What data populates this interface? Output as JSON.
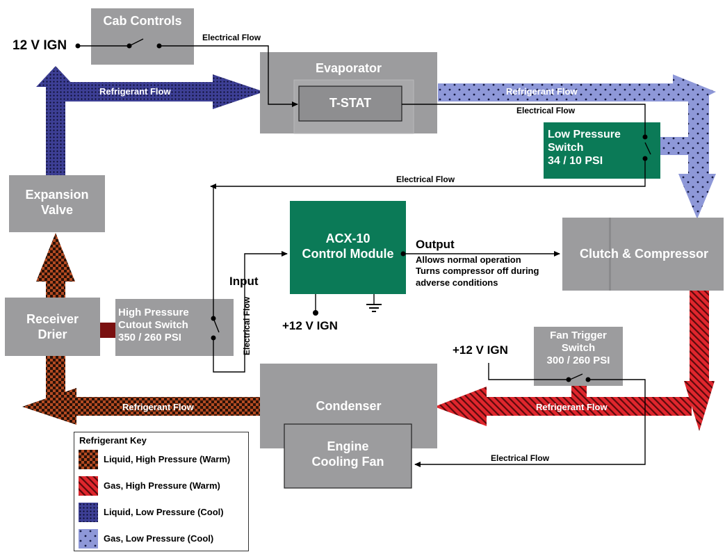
{
  "ignition_label": "12 V IGN",
  "components": {
    "cab_controls": "Cab Controls",
    "evaporator": "Evaporator",
    "tstat": "T-STAT",
    "low_pressure_switch": [
      "Low Pressure",
      "Switch",
      "34 / 10 PSI"
    ],
    "expansion_valve": [
      "Expansion",
      "Valve"
    ],
    "acx10": [
      "ACX-10",
      "Control Module"
    ],
    "clutch_compressor": "Clutch & Compressor",
    "receiver_drier": [
      "Receiver",
      "Drier"
    ],
    "high_pressure_switch": [
      "High Pressure",
      "Cutout Switch",
      "350 / 260 PSI"
    ],
    "fan_trigger_switch": [
      "Fan Trigger",
      "Switch",
      "300 / 260 PSI"
    ],
    "condenser": "Condenser",
    "engine_cooling_fan": [
      "Engine",
      "Cooling Fan"
    ]
  },
  "labels": {
    "electrical_flow": "Electrical Flow",
    "refrigerant_flow": "Refrigerant Flow",
    "input": "Input",
    "output": "Output",
    "output_desc": [
      "Allows normal operation",
      "Turns compressor off during",
      "adverse conditions"
    ],
    "plus12_ign": "+12 V IGN"
  },
  "key": {
    "title": "Refrigerant Key",
    "items": [
      {
        "label": "Liquid, High Pressure (Warm)",
        "pattern": "checker"
      },
      {
        "label": "Gas, High Pressure (Warm)",
        "pattern": "stripes"
      },
      {
        "label": "Liquid, Low Pressure (Cool)",
        "pattern": "dense-dots"
      },
      {
        "label": "Gas, Low Pressure (Cool)",
        "pattern": "sparse-dots"
      }
    ]
  },
  "colors": {
    "box_gray": "#9c9c9e",
    "module_green": "#0b7a57",
    "liquid_high": "#7a3a20",
    "gas_high": "#d8232a",
    "liquid_low": "#3b3d8f",
    "gas_low": "#8d97d6"
  }
}
